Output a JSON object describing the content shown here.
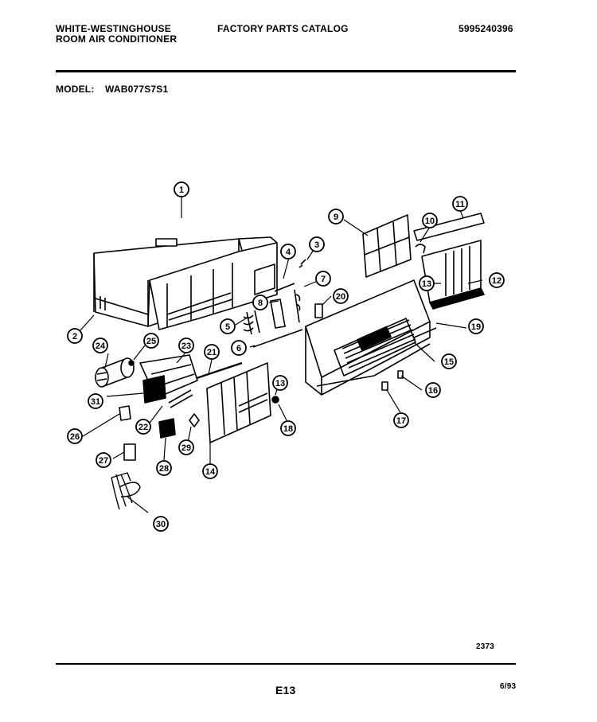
{
  "header": {
    "brand_line1": "WHITE-WESTINGHOUSE",
    "brand_line2": "ROOM AIR CONDITIONER",
    "catalog_title": "FACTORY PARTS CATALOG",
    "catalog_number": "5995240396"
  },
  "model": {
    "label": "MODEL:",
    "value": "WAB077S7S1"
  },
  "callouts": [
    "1",
    "2",
    "3",
    "4",
    "5",
    "6",
    "7",
    "8",
    "9",
    "10",
    "11",
    "12",
    "13",
    "13",
    "14",
    "15",
    "16",
    "17",
    "18",
    "19",
    "20",
    "21",
    "22",
    "23",
    "24",
    "25",
    "26",
    "27",
    "28",
    "29",
    "30",
    "31"
  ],
  "footer": {
    "drawing_number": "2373",
    "page_code": "E13",
    "date_code": "6/93"
  }
}
